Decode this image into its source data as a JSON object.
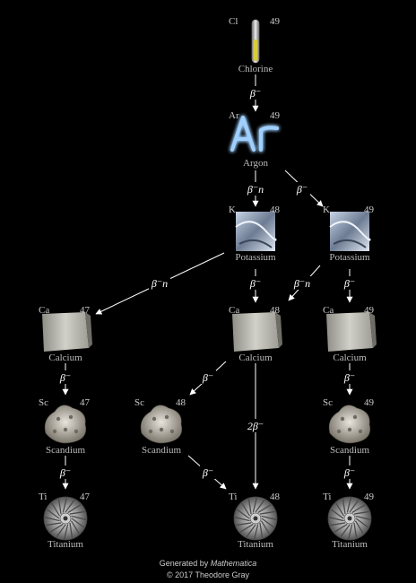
{
  "nodes": [
    {
      "id": "cl49",
      "symbol": "Cl",
      "mass": "49",
      "name": "Chlorine",
      "icon": "chlorine-tube-icon"
    },
    {
      "id": "ar49",
      "symbol": "Ar",
      "mass": "49",
      "name": "Argon",
      "icon": "argon-glow-icon"
    },
    {
      "id": "k48",
      "symbol": "K",
      "mass": "48",
      "name": "Potassium",
      "icon": "potassium-chunk-icon"
    },
    {
      "id": "k49",
      "symbol": "K",
      "mass": "49",
      "name": "Potassium",
      "icon": "potassium-chunk-icon"
    },
    {
      "id": "ca47",
      "symbol": "Ca",
      "mass": "47",
      "name": "Calcium",
      "icon": "calcium-block-icon"
    },
    {
      "id": "ca48",
      "symbol": "Ca",
      "mass": "48",
      "name": "Calcium",
      "icon": "calcium-block-icon"
    },
    {
      "id": "ca49",
      "symbol": "Ca",
      "mass": "49",
      "name": "Calcium",
      "icon": "calcium-block-icon"
    },
    {
      "id": "sc47",
      "symbol": "Sc",
      "mass": "47",
      "name": "Scandium",
      "icon": "scandium-lump-icon"
    },
    {
      "id": "sc48",
      "symbol": "Sc",
      "mass": "48",
      "name": "Scandium",
      "icon": "scandium-lump-icon"
    },
    {
      "id": "sc49",
      "symbol": "Sc",
      "mass": "49",
      "name": "Scandium",
      "icon": "scandium-lump-icon"
    },
    {
      "id": "ti47",
      "symbol": "Ti",
      "mass": "47",
      "name": "Titanium",
      "icon": "titanium-turbine-icon"
    },
    {
      "id": "ti48",
      "symbol": "Ti",
      "mass": "48",
      "name": "Titanium",
      "icon": "titanium-turbine-icon"
    },
    {
      "id": "ti49",
      "symbol": "Ti",
      "mass": "49",
      "name": "Titanium",
      "icon": "titanium-turbine-icon"
    }
  ],
  "edges": [
    {
      "from": "cl49",
      "to": "ar49",
      "label": "β⁻"
    },
    {
      "from": "ar49",
      "to": "k48",
      "label": "β⁻n"
    },
    {
      "from": "ar49",
      "to": "k49",
      "label": "β⁻"
    },
    {
      "from": "k48",
      "to": "ca47",
      "label": "β⁻n"
    },
    {
      "from": "k48",
      "to": "ca48",
      "label": "β⁻"
    },
    {
      "from": "k49",
      "to": "ca48",
      "label": "β⁻n"
    },
    {
      "from": "k49",
      "to": "ca49",
      "label": "β⁻"
    },
    {
      "from": "ca47",
      "to": "sc47",
      "label": "β⁻"
    },
    {
      "from": "ca48",
      "to": "sc48",
      "label": "β⁻"
    },
    {
      "from": "ca48",
      "to": "ti48",
      "label": "2β⁻"
    },
    {
      "from": "ca49",
      "to": "sc49",
      "label": "β⁻"
    },
    {
      "from": "sc47",
      "to": "ti47",
      "label": "β⁻"
    },
    {
      "from": "sc48",
      "to": "ti48",
      "label": "β⁻"
    },
    {
      "from": "sc49",
      "to": "ti49",
      "label": "β⁻"
    }
  ],
  "footer": {
    "line1_prefix": "Generated by",
    "line1_app": "Mathematica",
    "line2": "© 2017 Theodore Gray"
  }
}
